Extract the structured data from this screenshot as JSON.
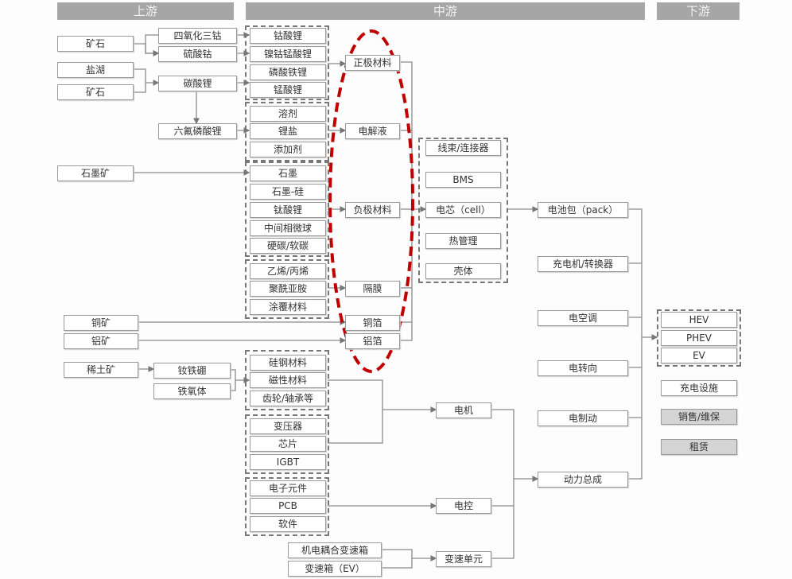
{
  "headers": {
    "upstream": "上游",
    "midstream": "中游",
    "downstream": "下游"
  },
  "raw": [
    "矿石",
    "盐湖",
    "矿石",
    "石墨矿",
    "铜矿",
    "铝矿",
    "稀土矿"
  ],
  "intermediate": [
    "四氧化三钴",
    "硫酸钴",
    "碳酸锂",
    "六氟磷酸锂",
    "钕铁硼",
    "铁氧体"
  ],
  "cathode_items": [
    "钴酸锂",
    "镍钴锰酸锂",
    "磷酸铁锂",
    "锰酸锂"
  ],
  "electrolyte_items": [
    "溶剂",
    "锂盐",
    "添加剂"
  ],
  "anode_items": [
    "石墨",
    "石墨-硅",
    "钛酸锂",
    "中间相微球",
    "硬碳/软碳"
  ],
  "separator_items": [
    "乙烯/丙烯",
    "聚酰亚胺",
    "涂覆材料"
  ],
  "motor_materials": [
    "硅钢材料",
    "磁性材料",
    "齿轮/轴承等"
  ],
  "control_parts": [
    "变压器",
    "芯片",
    "IGBT"
  ],
  "electronics": [
    "电子元件",
    "PCB",
    "软件"
  ],
  "gearboxes": [
    "机电耦合变速箱",
    "变速箱（EV）"
  ],
  "battery_materials": [
    "正极材料",
    "电解液",
    "负极材料",
    "隔膜",
    "铜箔",
    "铝箔"
  ],
  "cell_group": [
    "线束/连接器",
    "BMS",
    "电芯（cell）",
    "热管理",
    "壳体"
  ],
  "powertrain_units": [
    "电机",
    "电控",
    "变速单元"
  ],
  "systems": [
    "电池包（pack）",
    "充电机/转换器",
    "电空调",
    "电转向",
    "电制动",
    "动力总成"
  ],
  "vehicles": [
    "HEV",
    "PHEV",
    "EV"
  ],
  "services": [
    "充电设施",
    "销售/维保",
    "租赁"
  ],
  "colors": {
    "header": "#a6a6a6",
    "highlight": "#c00000"
  }
}
